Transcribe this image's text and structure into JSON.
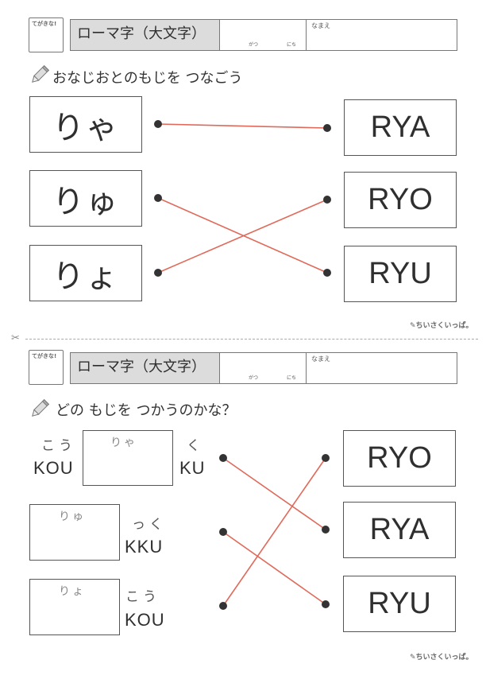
{
  "worksheet1": {
    "stamp_label": "てがきな!",
    "title": "ローマ字（大文字）",
    "date_month_label": "がつ",
    "date_day_label": "にち",
    "name_label": "なまえ",
    "instruction": "おなじおとのもじを つなごう",
    "left_items": [
      "りゃ",
      "りゅ",
      "りょ"
    ],
    "right_items": [
      "RYA",
      "RYO",
      "RYU"
    ],
    "credit": "ちいさくいっぱ。"
  },
  "worksheet2": {
    "stamp_label": "てがきな!",
    "title": "ローマ字（大文字）",
    "date_month_label": "がつ",
    "date_day_label": "にち",
    "name_label": "なまえ",
    "instruction": "どの もじを つかうのかな？",
    "row1": {
      "before_kana": "こう",
      "before_roman": "KOU",
      "hint": "りゃ",
      "after_kana": "く",
      "after_roman": "KU"
    },
    "row2": {
      "hint": "りゅ",
      "after_kana": "っく",
      "after_roman": "KKU"
    },
    "row3": {
      "hint": "りょ",
      "after_kana": "こう",
      "after_roman": "KOU"
    },
    "right_items": [
      "RYO",
      "RYA",
      "RYU"
    ],
    "credit": "ちいさくいっぱ。"
  },
  "colors": {
    "line": "#e06a5a",
    "header_fill": "#dcdcdc",
    "dot": "#333333"
  },
  "icons": {
    "pencil": "pencil-icon",
    "scissors": "scissors-icon"
  }
}
